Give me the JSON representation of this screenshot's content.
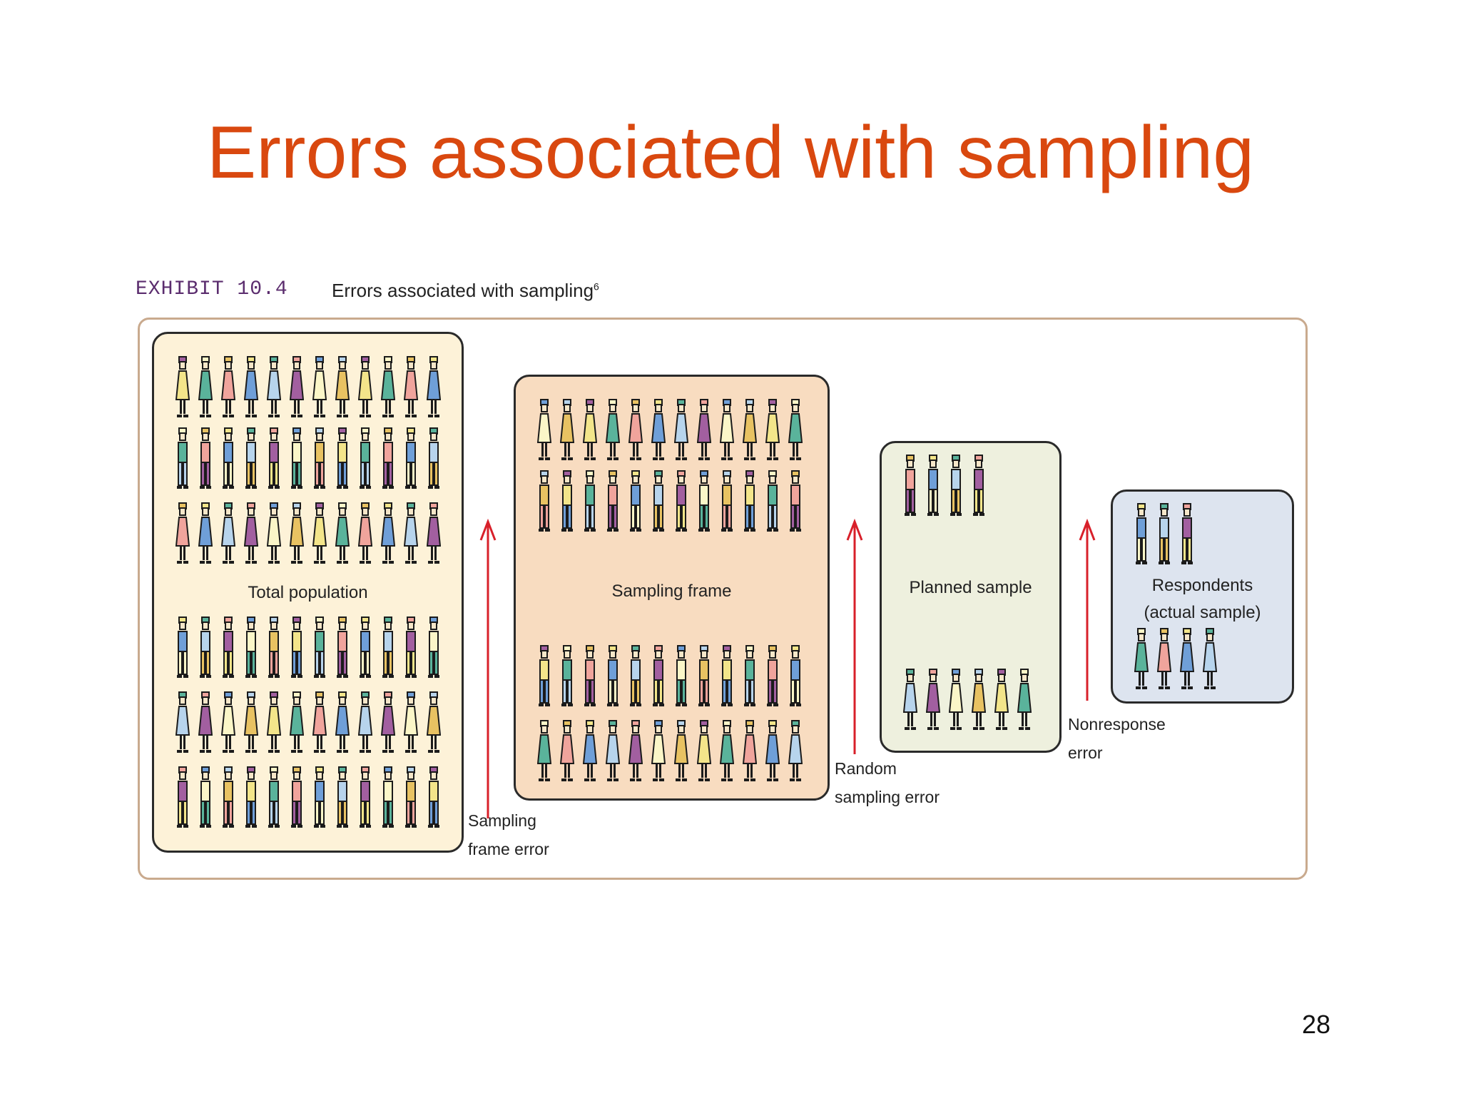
{
  "slide": {
    "title": "Errors associated with sampling",
    "page_number": "28"
  },
  "exhibit": {
    "label": "EXHIBIT 10.4",
    "caption": "Errors associated with sampling",
    "footnote_mark": "6"
  },
  "stages": {
    "total_population": {
      "label": "Total population",
      "fill": "#fdf2d8"
    },
    "sampling_frame": {
      "label": "Sampling frame",
      "fill": "#f8dcc0"
    },
    "planned_sample": {
      "label": "Planned sample",
      "fill": "#eef0de"
    },
    "respondents": {
      "label_line1": "Respondents",
      "label_line2": "(actual sample)",
      "fill": "#dde4ef"
    }
  },
  "errors": {
    "sampling_frame_error": {
      "line1": "Sampling",
      "line2": "frame error"
    },
    "random_sampling_error": {
      "line1": "Random",
      "line2": "sampling error"
    },
    "nonresponse_error": {
      "line1": "Nonresponse",
      "line2": "error"
    }
  },
  "colors": {
    "title": "#d9480f",
    "arrow": "#d8202a",
    "figure_palette": [
      "#f3e58a",
      "#5ab39b",
      "#f0a49c",
      "#6f9fd8",
      "#b7d4ec",
      "#a25fa0",
      "#fbf6c8",
      "#e8c262"
    ]
  },
  "icons": {
    "figure": "person-icon",
    "arrow": "arrow-up-icon"
  }
}
